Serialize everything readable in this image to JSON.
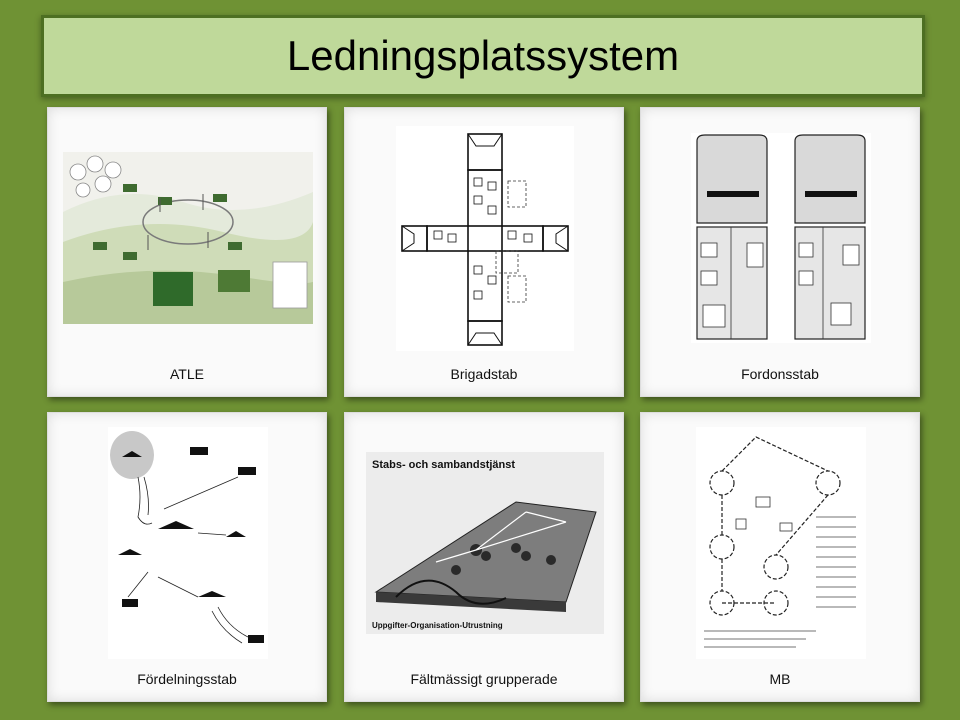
{
  "slide": {
    "title": "Ledningsplatssystem"
  },
  "cards": [
    {
      "caption": "ATLE"
    },
    {
      "caption": "Brigadstab"
    },
    {
      "caption": "Fordonsstab"
    },
    {
      "caption": "Fördelningsstab"
    },
    {
      "caption": "Fältmässigt grupperade",
      "heading": "Stabs- och sambandstjänst",
      "footer": "Uppgifter-Organisation-Utrustning"
    },
    {
      "caption": "MB"
    }
  ],
  "colors": {
    "background": "#6f9234",
    "title_fill": "#bfd99a",
    "title_border": "#4d6f22"
  }
}
